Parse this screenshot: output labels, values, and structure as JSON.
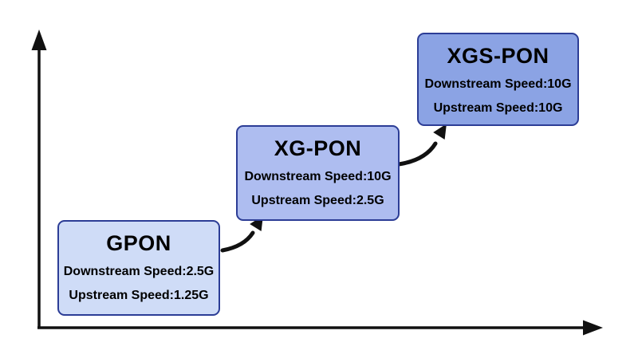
{
  "diagram": {
    "description": "Evolution of PON standards plotted on unlabeled speed-vs-generation axes",
    "nodes": [
      {
        "id": "gpon",
        "title": "GPON",
        "lines": [
          "Downstream Speed:2.5G",
          "Upstream Speed:1.25G"
        ],
        "fill": "#cfdcf7",
        "border": "#2c3d96"
      },
      {
        "id": "xg-pon",
        "title": "XG-PON",
        "lines": [
          "Downstream Speed:10G",
          "Upstream Speed:2.5G"
        ],
        "fill": "#aebdf0",
        "border": "#2c3d96"
      },
      {
        "id": "xgs-pon",
        "title": "XGS-PON",
        "lines": [
          "Downstream Speed:10G",
          "Upstream Speed:10G"
        ],
        "fill": "#8ba3e4",
        "border": "#2c3d96"
      }
    ],
    "connectors": [
      {
        "from": "gpon",
        "to": "xg-pon",
        "style": "curved-swoosh-arrow"
      },
      {
        "from": "xg-pon",
        "to": "xgs-pon",
        "style": "curved-swoosh-arrow"
      }
    ],
    "axes": {
      "y_axis": "vertical-arrow-axis",
      "x_axis": "horizontal-arrow-axis",
      "color": "#111111"
    }
  }
}
